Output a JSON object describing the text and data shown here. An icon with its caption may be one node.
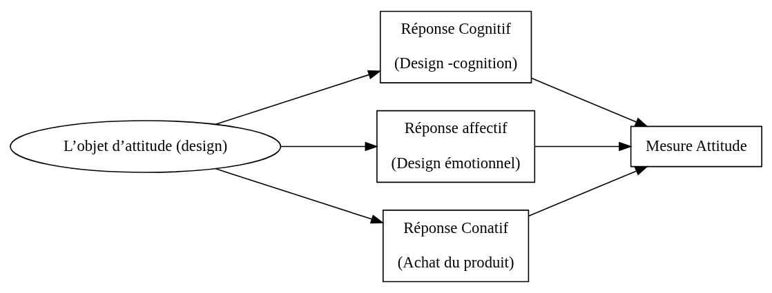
{
  "diagram": {
    "nodes": [
      {
        "text": [
          "L’objet d’attitude (design)"
        ]
      },
      {
        "text": [
          "Réponse Cognitif",
          "(Design -cognition)"
        ]
      },
      {
        "text": [
          "Réponse affectif",
          "(Design émotionnel)"
        ]
      },
      {
        "text": [
          "Réponse Conatif",
          "(Achat du produit)"
        ]
      },
      {
        "text": [
          "Mesure Attitude"
        ]
      }
    ],
    "edges": [
      {
        "from": 0,
        "to": 1,
        "arrow": "to"
      },
      {
        "from": 0,
        "to": 2,
        "arrow": "to"
      },
      {
        "from": 0,
        "to": 3,
        "arrow": "to"
      },
      {
        "from": 1,
        "to": 4,
        "arrow": "to"
      },
      {
        "from": 2,
        "to": 4,
        "arrow": "to"
      },
      {
        "from": 3,
        "to": 4,
        "arrow": "to"
      }
    ]
  }
}
